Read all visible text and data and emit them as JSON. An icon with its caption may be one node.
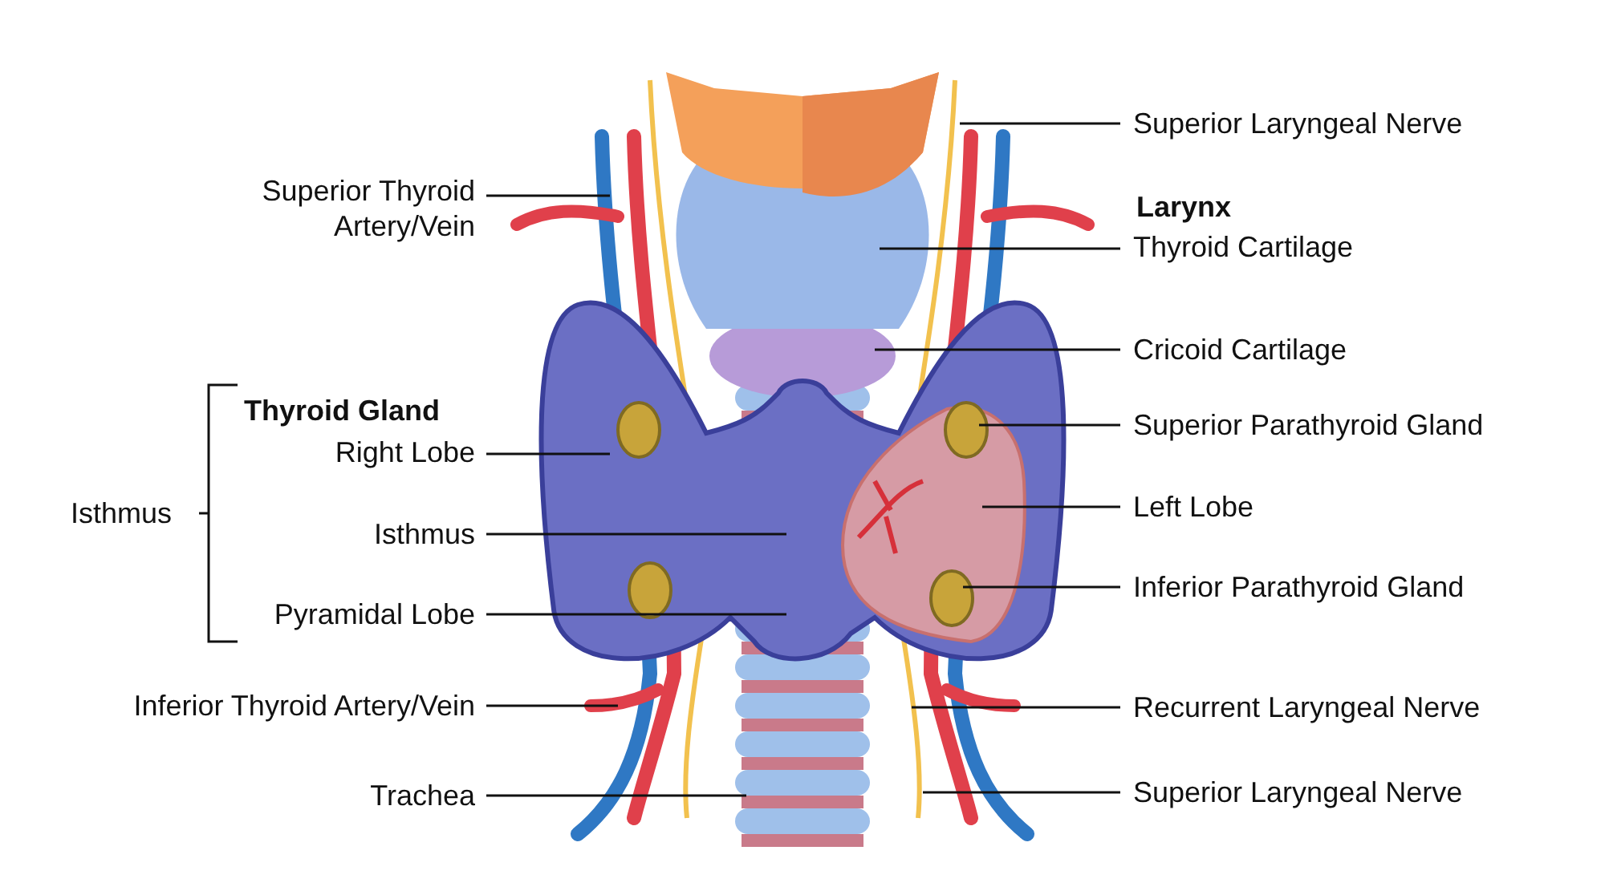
{
  "diagram": {
    "nodes": [
      {
        "text": [
          "Superior Thyroid Artery/Vein"
        ]
      },
      {
        "text": [
          "Right Lobe"
        ]
      },
      {
        "text": [
          "Isthmus"
        ]
      },
      {
        "text": [
          "Pyramidal Lobe"
        ]
      },
      {
        "text": [
          "Inferior Thyroid Artery/Vein"
        ]
      },
      {
        "text": [
          "Trachea"
        ]
      },
      {
        "text": [
          "Superior Laryngeal Nerve"
        ]
      },
      {
        "text": [
          "Thyroid Cartilage"
        ]
      },
      {
        "text": [
          "Cricoid Cartilage"
        ]
      },
      {
        "text": [
          "Superior Parathyroid Gland"
        ]
      },
      {
        "text": [
          "Left Lobe"
        ]
      },
      {
        "text": [
          "Inferior Parathyroid Gland"
        ]
      },
      {
        "text": [
          "Recurrent Laryngeal Nerve"
        ]
      },
      {
        "text": [
          "Superior Laryngeal Nerve"
        ]
      }
    ],
    "edges": [
      {
        "from": 0,
        "to": null,
        "arrow": "none"
      },
      {
        "from": 1,
        "to": null,
        "arrow": "none"
      },
      {
        "from": 2,
        "to": null,
        "arrow": "none"
      },
      {
        "from": 3,
        "to": null,
        "arrow": "none"
      },
      {
        "from": 4,
        "to": null,
        "arrow": "none"
      },
      {
        "from": 5,
        "to": null,
        "arrow": "none"
      },
      {
        "from": 6,
        "to": null,
        "arrow": "none"
      },
      {
        "from": 7,
        "to": null,
        "arrow": "none"
      },
      {
        "from": 8,
        "to": null,
        "arrow": "none"
      },
      {
        "from": 9,
        "to": null,
        "arrow": "none"
      },
      {
        "from": 10,
        "to": null,
        "arrow": "none"
      },
      {
        "from": 11,
        "to": null,
        "arrow": "none"
      },
      {
        "from": 12,
        "to": null,
        "arrow": "none"
      },
      {
        "from": 13,
        "to": null,
        "arrow": "none"
      }
    ],
    "labels": [
      "Larynx",
      "Thyroid Gland",
      "Isthmus"
    ]
  }
}
